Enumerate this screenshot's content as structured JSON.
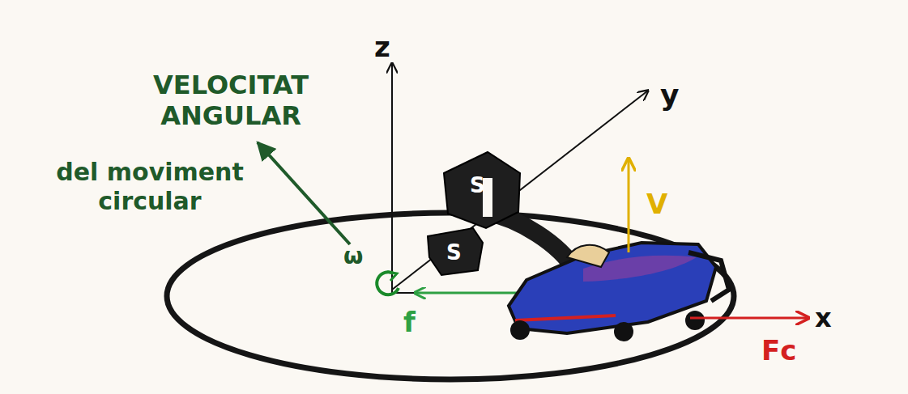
{
  "diagram": {
    "labels": [
      "VELOCITAT ANGULAR",
      "del moviment circular",
      "ω",
      "z",
      "y",
      "x",
      "V",
      "Fc",
      "f",
      "S",
      "S"
    ]
  }
}
